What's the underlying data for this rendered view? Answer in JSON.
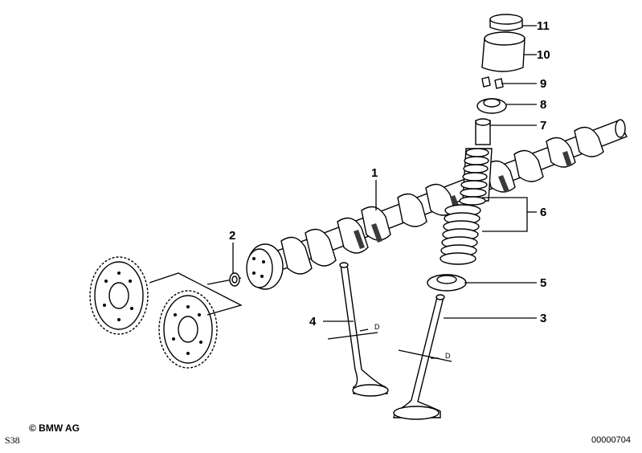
{
  "callouts": {
    "c1": "1",
    "c2": "2",
    "c3": "3",
    "c4": "4",
    "c5": "5",
    "c6": "6",
    "c7": "7",
    "c8": "8",
    "c9": "9",
    "c10": "10",
    "c11": "11"
  },
  "dimension_labels": {
    "d_valve4": "D",
    "d_valve3": "D"
  },
  "footer": {
    "copyright": "© BMW AG",
    "code_left": "S38",
    "code_right": "00000704"
  },
  "colors": {
    "ink": "#000000",
    "paper": "#ffffff"
  }
}
